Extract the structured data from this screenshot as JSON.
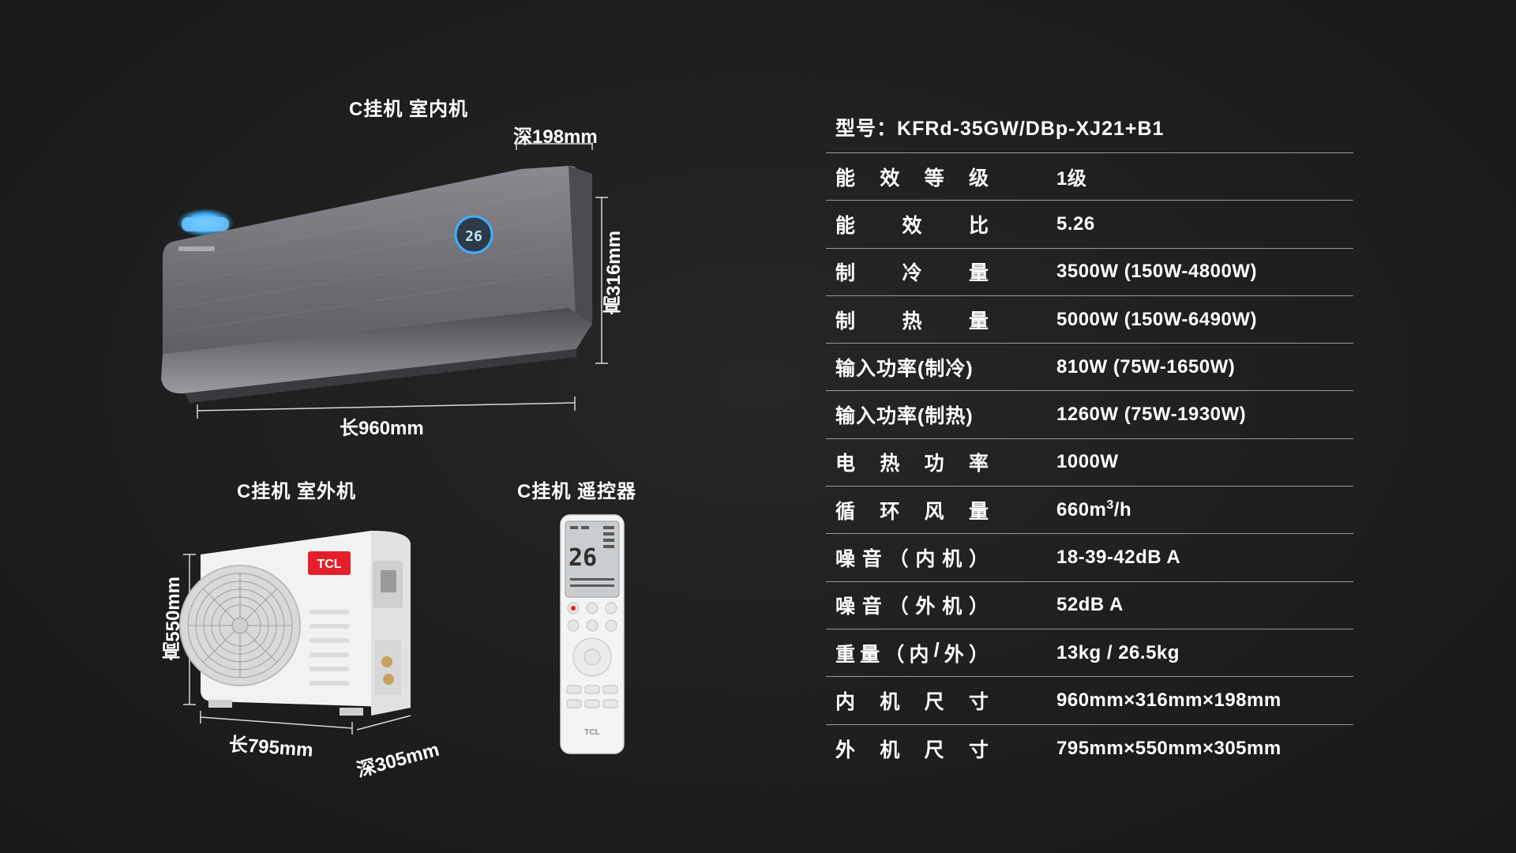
{
  "indoor": {
    "title": "C挂机 室内机",
    "depth": "深198mm",
    "height": "高316mm",
    "length": "长960mm",
    "display_temp": "26"
  },
  "outdoor": {
    "title": "C挂机 室外机",
    "height": "高550mm",
    "length": "长795mm",
    "depth": "深305mm",
    "brand": "TCL"
  },
  "remote": {
    "title": "C挂机 遥控器",
    "brand": "TCL",
    "display_temp": "26"
  },
  "spec": {
    "model_label": "型号：",
    "model_value": "KFRd-35GW/DBp-XJ21+B1",
    "rows": [
      {
        "key": "能效等级",
        "value": "1级"
      },
      {
        "key": "能效比",
        "value": "5.26"
      },
      {
        "key": "制冷量",
        "value": "3500W (150W-4800W)"
      },
      {
        "key": "制热量",
        "value": "5000W (150W-6490W)"
      },
      {
        "key": "输入功率(制冷)",
        "value": "810W (75W-1650W)"
      },
      {
        "key": "输入功率(制热)",
        "value": "1260W (75W-1930W)"
      },
      {
        "key": "电热功率",
        "value": "1000W"
      },
      {
        "key": "循环风量",
        "value": "660m",
        "value_sup": "3",
        "value_tail": "/h"
      },
      {
        "key": "噪音（内机）",
        "value": "18-39-42dB  A"
      },
      {
        "key": "噪音（外机）",
        "value": "52dB  A"
      },
      {
        "key": "重量（内/外）",
        "value": "13kg / 26.5kg"
      },
      {
        "key": "内机尺寸",
        "value": "960mm×316mm×198mm"
      },
      {
        "key": "外机尺寸",
        "value": "795mm×550mm×305mm"
      }
    ]
  },
  "colors": {
    "background": "#1d1d1d",
    "unit_gray": "#6b6b70",
    "accent_blue": "#3fb0ff",
    "tcl_red": "#e3202a"
  }
}
